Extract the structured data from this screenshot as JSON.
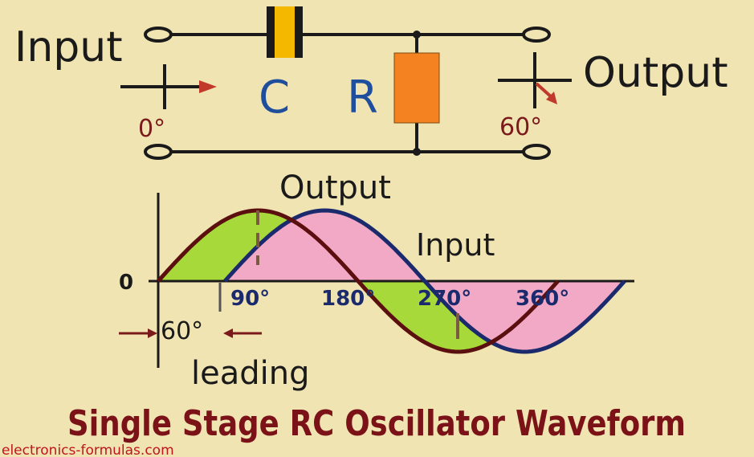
{
  "circuit": {
    "input_label": "Input",
    "output_label": "Output",
    "capacitor_label": "C",
    "resistor_label": "R",
    "input_phase": "0°",
    "output_phase": "60°"
  },
  "waveform": {
    "output_label": "Output",
    "input_label": "Input",
    "zero_label": "0",
    "ticks": [
      "90°",
      "180°",
      "270°",
      "360°"
    ],
    "shift_label": "60°",
    "leading_label": "leading"
  },
  "title": "Single Stage RC Oscillator Waveform",
  "watermark": "electronics-formulas.com",
  "colors": {
    "background": "#f1e4b3",
    "wire": "#1a1a1a",
    "capacitor_body": "#f5b800",
    "resistor_body": "#f58220",
    "blue_text": "#1f4e9c",
    "output_wave": "#5c0f0f",
    "input_wave": "#1a2a6c",
    "green_fill": "#a7d93a",
    "pink_fill": "#f2a9c6",
    "title_color": "#7a1218",
    "phase_text": "#7a1a1a",
    "watermark_color": "#c0141c"
  },
  "chart_data": {
    "type": "line",
    "series": [
      {
        "name": "Output",
        "phase_lead_deg": 60,
        "amplitude": 1
      },
      {
        "name": "Input",
        "phase_lead_deg": 0,
        "amplitude": 1
      }
    ],
    "x_ticks": [
      "90°",
      "180°",
      "270°",
      "360°"
    ],
    "y_ticks": [
      "0"
    ]
  }
}
